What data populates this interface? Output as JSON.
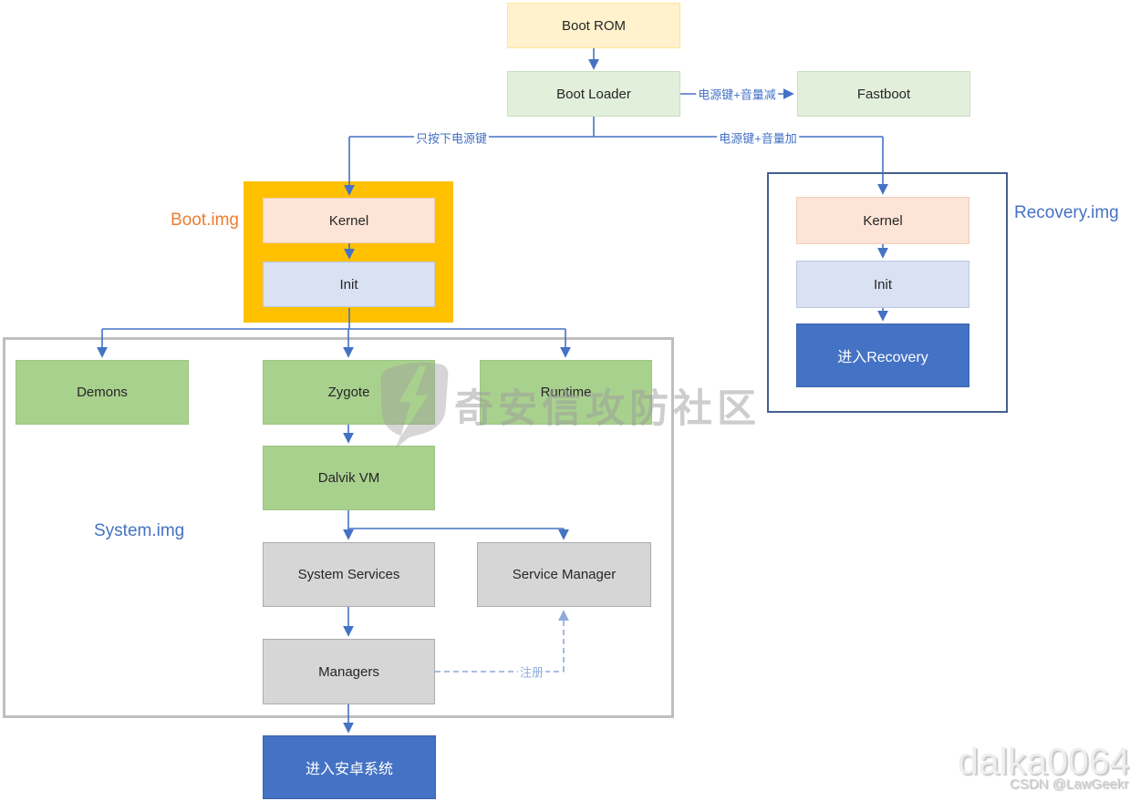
{
  "diagram": {
    "nodes": {
      "boot_rom": {
        "label": "Boot ROM"
      },
      "boot_loader": {
        "label": "Boot Loader"
      },
      "fastboot": {
        "label": "Fastboot"
      },
      "boot_kernel": {
        "label": "Kernel"
      },
      "boot_init": {
        "label": "Init"
      },
      "recovery_kernel": {
        "label": "Kernel"
      },
      "recovery_init": {
        "label": "Init"
      },
      "enter_recovery": {
        "label": "进入Recovery"
      },
      "demons": {
        "label": "Demons"
      },
      "zygote": {
        "label": "Zygote"
      },
      "runtime": {
        "label": "Runtime"
      },
      "dalvik_vm": {
        "label": "Dalvik VM"
      },
      "system_services": {
        "label": "System Services"
      },
      "service_manager": {
        "label": "Service Manager"
      },
      "managers": {
        "label": "Managers"
      },
      "enter_android": {
        "label": "进入安卓系统"
      }
    },
    "groups": {
      "boot_img": {
        "label": "Boot.img"
      },
      "recovery_img": {
        "label": "Recovery.img"
      },
      "system_img": {
        "label": "System.img"
      }
    },
    "edge_labels": {
      "power_volume_down": "电源键+音量减",
      "power_only": "只按下电源键",
      "power_volume_up": "电源键+音量加",
      "register": "注册"
    },
    "colors": {
      "accent_blue": "#4472C4",
      "dashed_blue": "#8FAADC",
      "orange_frame": "#FFC000",
      "boot_img_label_orange": "#ED7D31",
      "recovery_frame_blue": "#44608F",
      "system_frame_gray": "#BFBFBF",
      "node_cream": "#FFF2CC",
      "node_light_green": "#E2EFDA",
      "node_peach": "#FCE4D6",
      "node_lavender": "#D9E1F2",
      "node_green": "#A9D18E",
      "node_gray": "#D6D6D6",
      "node_blue": "#4472C4"
    }
  },
  "watermarks": {
    "community": "奇安信攻防社区",
    "username": "dalka0064",
    "csdn": "CSDN @LawGeekr"
  }
}
